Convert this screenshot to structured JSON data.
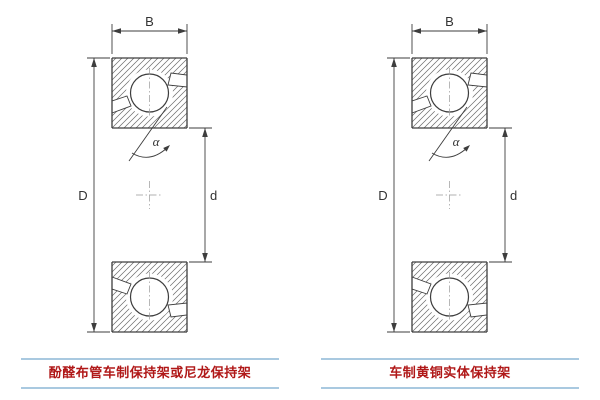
{
  "page": {
    "background": "#ffffff"
  },
  "colors": {
    "drawing_line": "#3d3d3d",
    "hatch_line": "#6a6a6a",
    "centerline": "#999999",
    "caption_text": "#b01818",
    "caption_rule": "#a9c9e0"
  },
  "figures": [
    {
      "labels": {
        "width": "B",
        "outer_diameter": "D",
        "bore_diameter": "d",
        "contact_angle": "α"
      },
      "caption": "酚醛布管车制保持架或尼龙保持架"
    },
    {
      "labels": {
        "width": "B",
        "outer_diameter": "D",
        "bore_diameter": "d",
        "contact_angle": "α"
      },
      "caption": "车制黄铜实体保持架"
    }
  ]
}
